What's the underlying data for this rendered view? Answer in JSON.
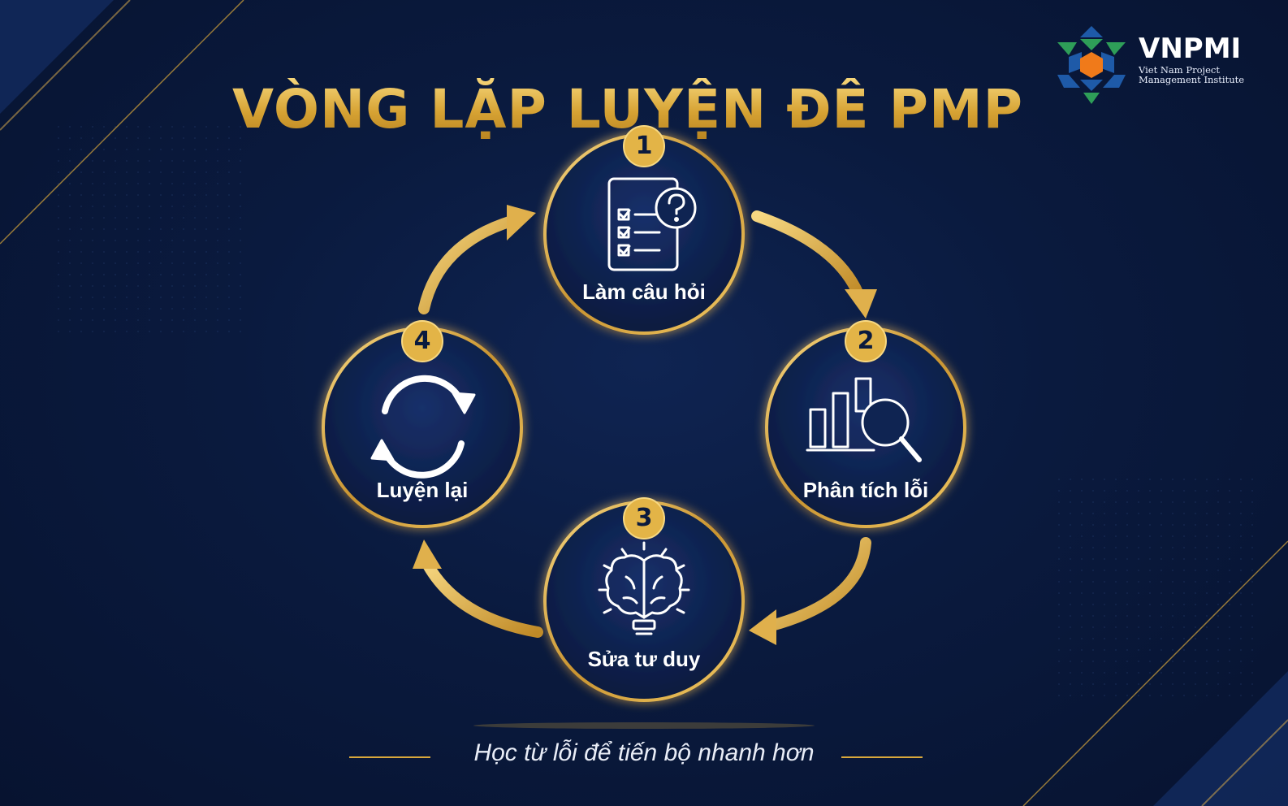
{
  "title": "VÒNG LẶP LUYỆN ĐỀ PMP",
  "logo": {
    "name": "VNPMI",
    "subtitle_line1": "Viet Nam Project",
    "subtitle_line2": "Management Institute"
  },
  "steps": [
    {
      "number": "1",
      "label": "Làm câu hỏi",
      "icon": "checklist-question-icon"
    },
    {
      "number": "2",
      "label": "Phân tích lỗi",
      "icon": "bar-chart-magnifier-icon"
    },
    {
      "number": "3",
      "label": "Sửa tư duy",
      "icon": "brain-lightbulb-icon"
    },
    {
      "number": "4",
      "label": "Luyện lại",
      "icon": "refresh-cycle-icon"
    }
  ],
  "caption": "Học từ lỗi để tiến bộ nhanh hơn",
  "colors": {
    "background": "#0a1a3e",
    "gold": "#d9a83c",
    "text": "#ffffff",
    "logo_orange": "#f07a1a",
    "logo_blue": "#1e5aa8",
    "logo_green": "#2e9e58"
  }
}
